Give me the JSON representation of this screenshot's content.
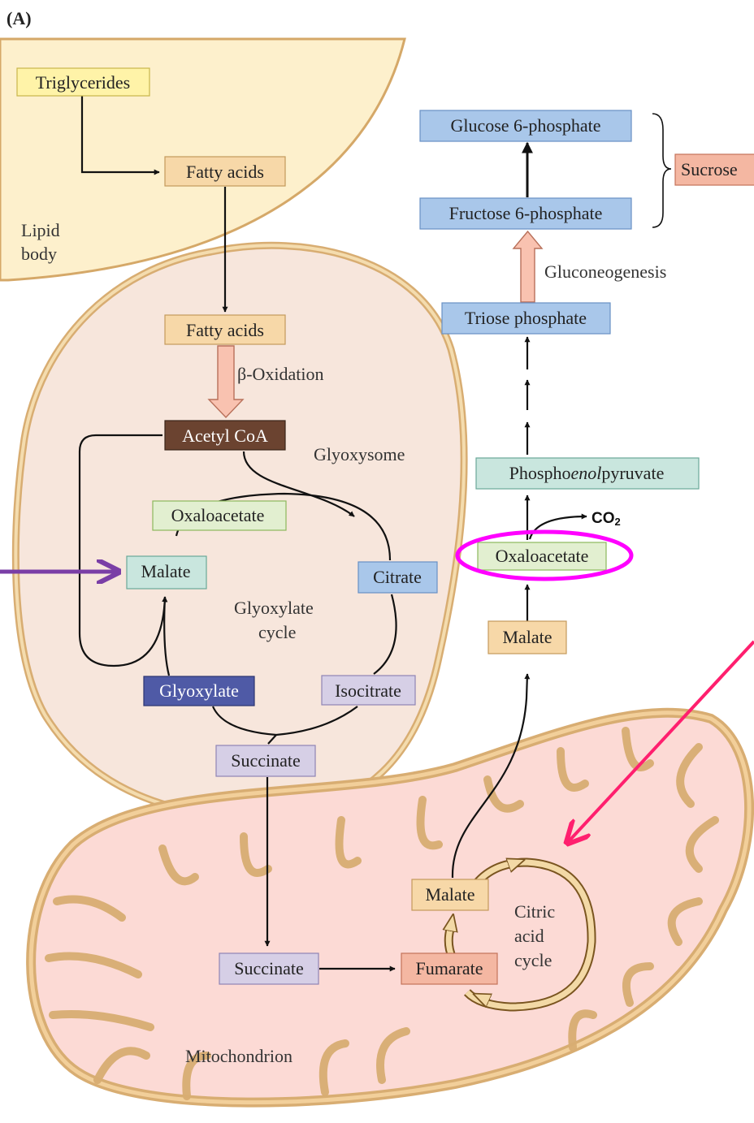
{
  "panel_label": "(A)",
  "colors": {
    "yellow": "#fff3a8",
    "tan": "#f7d8a8",
    "brown": "#6b4330",
    "green": "#e2efd0",
    "teal": "#c9e6de",
    "blue": "#a9c7ea",
    "navy": "#4f5aa6",
    "lavender": "#d6cfe6",
    "salmon": "#f4b7a2",
    "pink": "#fbc7c4",
    "highlight": "#ff00ff",
    "purple_arrow": "#7a3ea6",
    "pink_arrow": "#ff1f6e"
  },
  "regions": {
    "lipid_body": [
      "Lipid",
      "body"
    ],
    "glyoxysome": "Glyoxysome",
    "glyoxylate_cycle": [
      "Glyoxylate",
      "cycle"
    ],
    "mitochondrion": "Mitochondrion",
    "citric_cycle": [
      "Citric",
      "acid",
      "cycle"
    ]
  },
  "boxes": {
    "triglycerides": "Triglycerides",
    "fatty_acids_1": "Fatty acids",
    "fatty_acids_2": "Fatty acids",
    "acetyl_coa": "Acetyl CoA",
    "oxaloacetate_g": "Oxaloacetate",
    "malate_g": "Malate",
    "citrate": "Citrate",
    "glyoxylate": "Glyoxylate",
    "isocitrate": "Isocitrate",
    "succinate_g": "Succinate",
    "succinate_m": "Succinate",
    "fumarate": "Fumarate",
    "malate_m": "Malate",
    "malate_c": "Malate",
    "oxaloacetate_c": "Oxaloacetate",
    "pep_prefix": "Phospho",
    "pep_italic": "enol",
    "pep_suffix": "pyruvate",
    "triose": "Triose phosphate",
    "f6p": "Fructose 6-phosphate",
    "g6p": "Glucose 6-phosphate",
    "sucrose": "Sucrose"
  },
  "labels": {
    "beta_oxidation": "β-Oxidation",
    "gluconeogenesis": "Gluconeogenesis",
    "co2_main": "CO",
    "co2_sub": "2"
  }
}
